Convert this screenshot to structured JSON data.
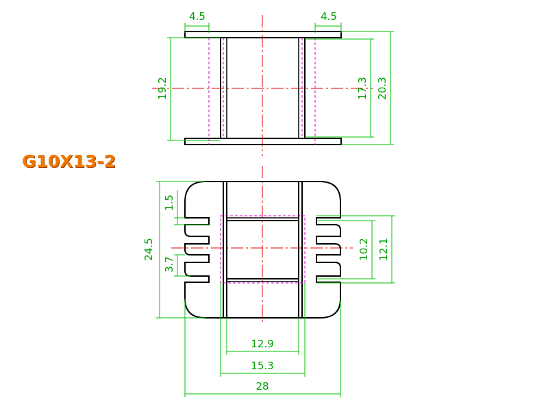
{
  "title": "G10X13-2",
  "colors": {
    "title": "#f07800",
    "outline": "#000000",
    "dimension": "#00c000",
    "hidden": "#d000c8",
    "centerline": "#e00000"
  },
  "dimensions": {
    "top_left_flange": "4.5",
    "top_right_flange": "4.5",
    "top_inner_height": "19.2",
    "top_core_height": "17.3",
    "top_outer_height": "20.3",
    "slot_width": "1.5",
    "total_height": "24.5",
    "pin_pitch": "3.7",
    "window_height": "10.2",
    "core_height": "12.1",
    "inner_width": "12.9",
    "middle_width": "15.3",
    "total_width": "28"
  }
}
